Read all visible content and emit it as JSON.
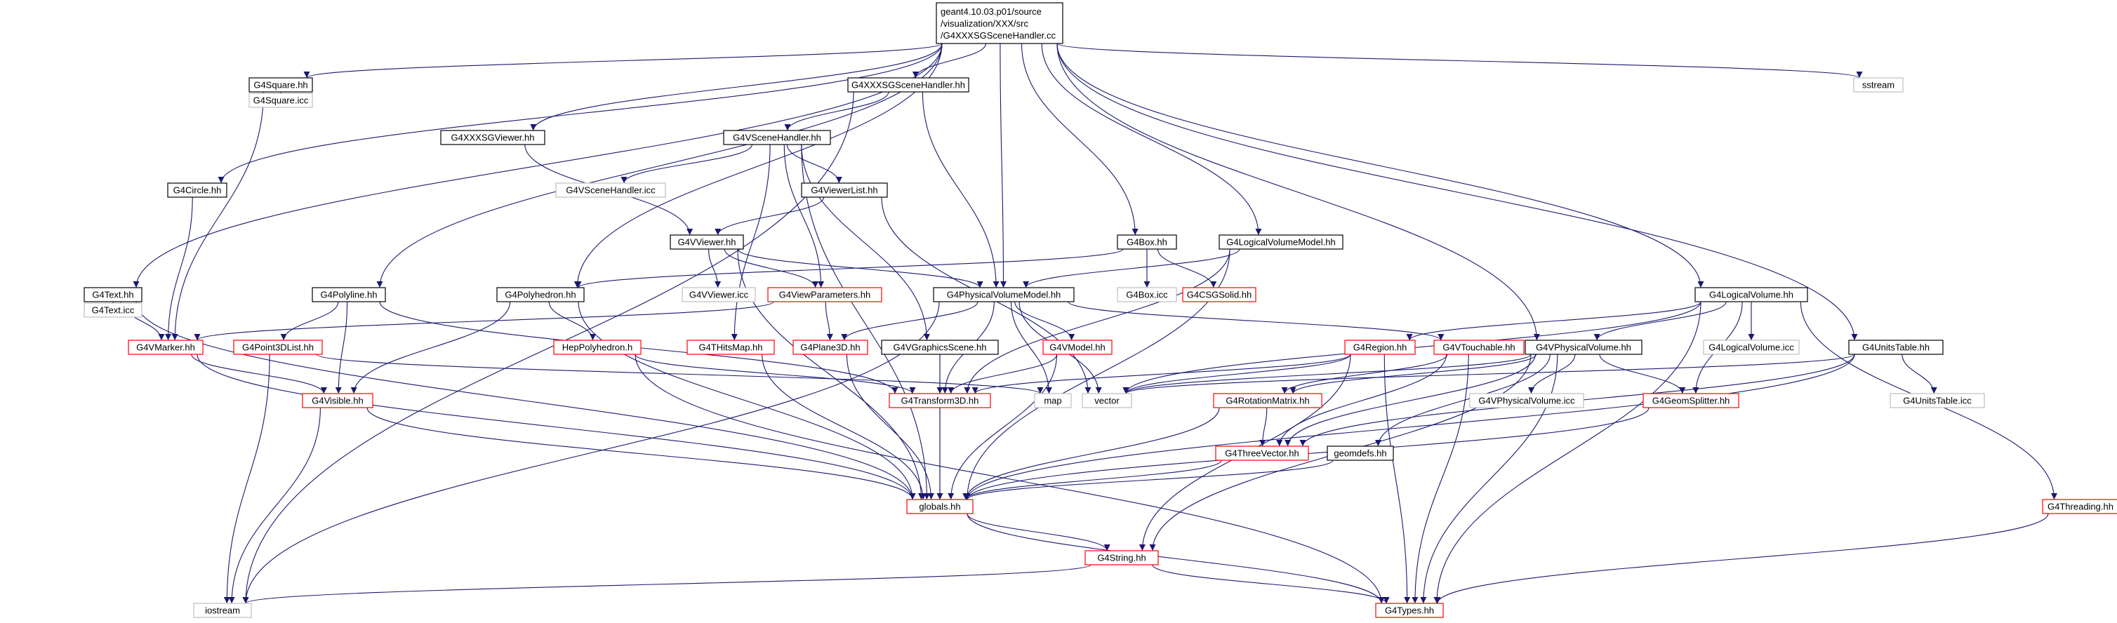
{
  "diagram": {
    "colors": {
      "edge": "#191970",
      "root_fill": "#bfbfbf",
      "default_border": "#000000",
      "truncated_border": "#ff0000",
      "external_border": "#bfbfbf",
      "text": "#000000"
    },
    "root": [
      "geant4.10.03.p01/source",
      "/visualization/XXX/src",
      "/G4XXXSGSceneHandler.cc"
    ],
    "nodes": {
      "root": "geant4.10.03.p01/source /visualization/XXX/src /G4XXXSGSceneHandler.cc",
      "square": "G4Square.hh",
      "square_icc": "G4Square.icc",
      "xxxsg_scene": "G4XXXSGSceneHandler.hh",
      "xxxsg_viewer": "G4XXXSGViewer.hh",
      "vscenehandler": "G4VSceneHandler.hh",
      "vscenehandler_icc": "G4VSceneHandler.icc",
      "circle": "G4Circle.hh",
      "viewerlist": "G4ViewerList.hh",
      "vviewer": "G4VViewer.hh",
      "vviewer_icc": "G4VViewer.icc",
      "viewparams": "G4ViewParameters.hh",
      "box": "G4Box.hh",
      "box_icc": "G4Box.icc",
      "csgsolid": "G4CSGSolid.hh",
      "lvmodel": "G4LogicalVolumeModel.hh",
      "text": "G4Text.hh",
      "text_icc": "G4Text.icc",
      "polyline": "G4Polyline.hh",
      "polyhedron": "G4Polyhedron.hh",
      "pvmodel": "G4PhysicalVolumeModel.hh",
      "logvol": "G4LogicalVolume.hh",
      "logvol_icc": "G4LogicalVolume.icc",
      "vmarker": "G4VMarker.hh",
      "point3dlist": "G4Point3DList.hh",
      "hep_polyhedron": "HepPolyhedron.h",
      "thitsmap": "G4THitsMap.hh",
      "plane3d": "G4Plane3D.hh",
      "vgraphicsscene": "G4VGraphicsScene.hh",
      "vmodel": "G4VModel.hh",
      "region": "G4Region.hh",
      "vtouchable": "G4VTouchable.hh",
      "vphysvol": "G4VPhysicalVolume.hh",
      "vphysvol_icc": "G4VPhysicalVolume.icc",
      "unitstable": "G4UnitsTable.hh",
      "unitstable_icc": "G4UnitsTable.icc",
      "visible": "G4Visible.hh",
      "transform3d": "G4Transform3D.hh",
      "map": "map",
      "vector": "vector",
      "rotmatrix": "G4RotationMatrix.hh",
      "geomsplitter": "G4GeomSplitter.hh",
      "threevector": "G4ThreeVector.hh",
      "geomdefs": "geomdefs.hh",
      "globals": "globals.hh",
      "threading": "G4Threading.hh",
      "g4string": "G4String.hh",
      "iostream": "iostream",
      "g4types": "G4Types.hh",
      "sstream": "sstream"
    }
  }
}
